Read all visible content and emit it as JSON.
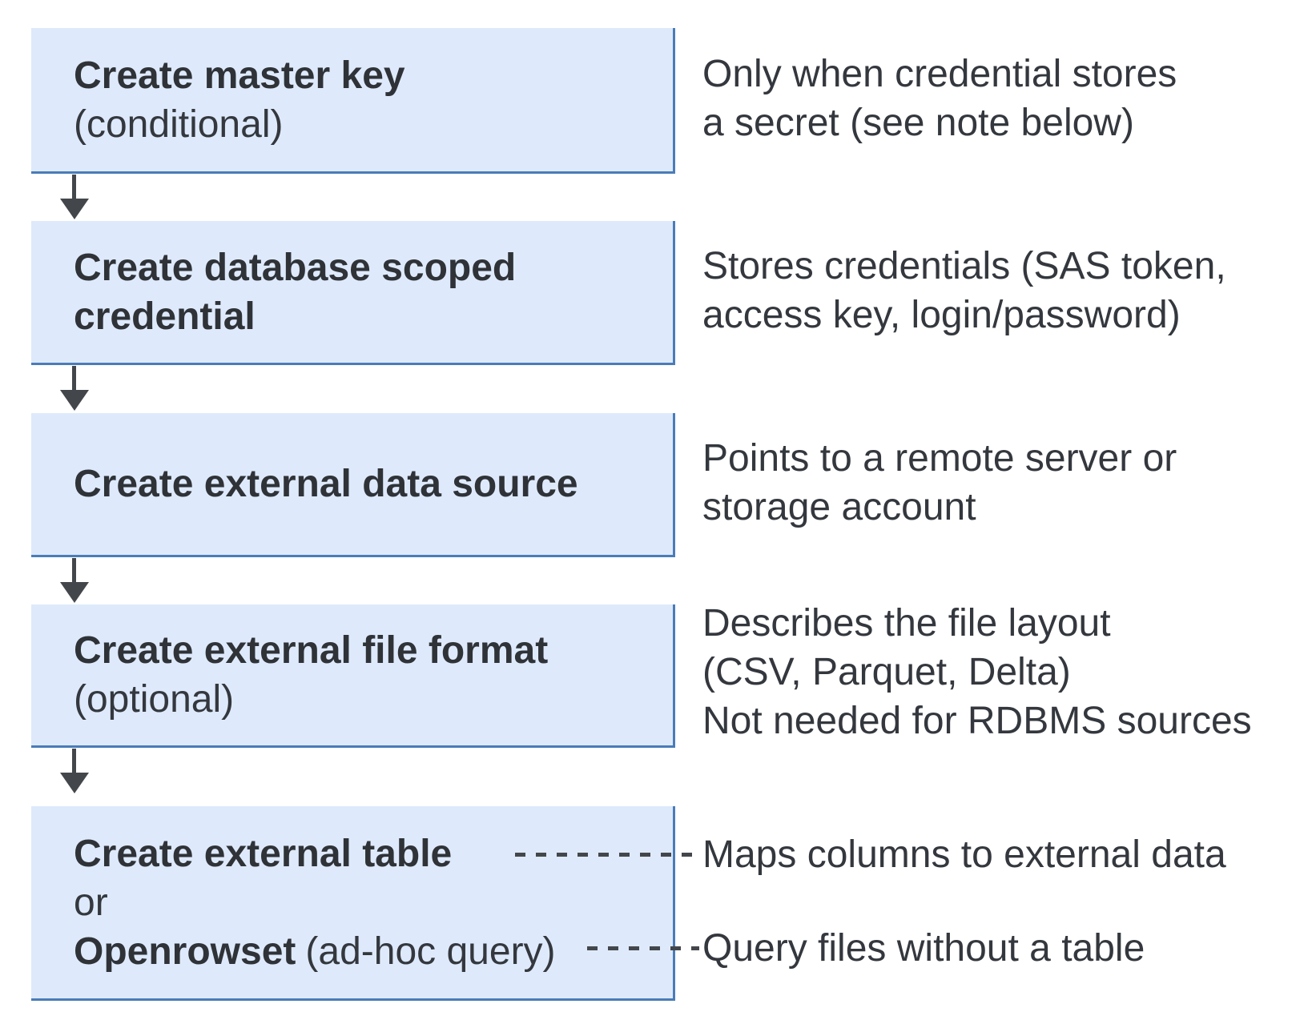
{
  "colors": {
    "box_fill": "#deeafb",
    "box_border": "#4a7cb8",
    "text": "#34383e",
    "connector": "#43474c"
  },
  "flow": {
    "boxes": [
      {
        "bold_line1": "Create master key",
        "regular_line2": "(conditional)"
      },
      {
        "bold_line1": "Create database scoped",
        "bold_line2": "credential"
      },
      {
        "bold_line1": "Create external data source"
      },
      {
        "bold_line1": "Create external file format",
        "regular_line2": "(optional)"
      },
      {
        "bold_line1": "Create external table",
        "regular_line2": "or",
        "bold_line3": "Openrowset",
        "regular_line3": "(ad-hoc query)"
      }
    ],
    "notes": [
      {
        "lines": [
          "Only when credential stores",
          "a secret (see note below)"
        ]
      },
      {
        "lines": [
          "Stores credentials (SAS token,",
          "access key, login/password)"
        ]
      },
      {
        "lines": [
          "Points to a remote server or",
          "storage account"
        ]
      },
      {
        "lines": [
          "Describes the file layout",
          "(CSV, Parquet, Delta)",
          "Not needed for RDBMS sources"
        ]
      },
      {
        "lines": [
          "Maps columns to external data"
        ]
      },
      {
        "lines": [
          "Query files without a table"
        ]
      }
    ]
  }
}
